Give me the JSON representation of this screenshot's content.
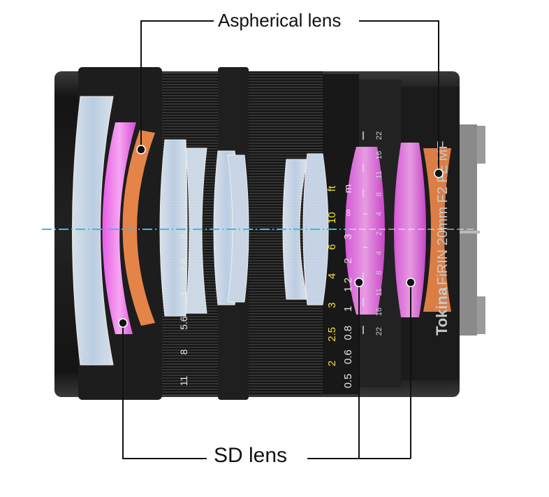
{
  "labels": {
    "aspherical": "Aspherical lens",
    "sd": "SD lens"
  },
  "lens_text": {
    "brand": "Tokina",
    "model": "FiRIN 20mm F2 FE MF"
  },
  "aperture_scale": [
    "2",
    "2.8",
    "4",
    "5.6",
    "8",
    "11"
  ],
  "distance_scale_ft": [
    "ft",
    "10",
    "6",
    "4",
    "3",
    "2.5",
    "2"
  ],
  "distance_scale_m": [
    "m",
    "∞",
    "3",
    "2",
    "1.2",
    "1",
    "0.8",
    "0.6",
    "0.5"
  ],
  "dof_scale": [
    "22",
    "16",
    "11",
    "8",
    "4",
    "2",
    "4",
    "8",
    "11",
    "16",
    "22"
  ],
  "colors": {
    "aspherical": "#f08a4b",
    "sd": "#d040d8",
    "glass": "#cfe0f5",
    "body": "#1a1a1a",
    "distance_ft": "#f2e23a",
    "axis": "#3fb8e8"
  }
}
